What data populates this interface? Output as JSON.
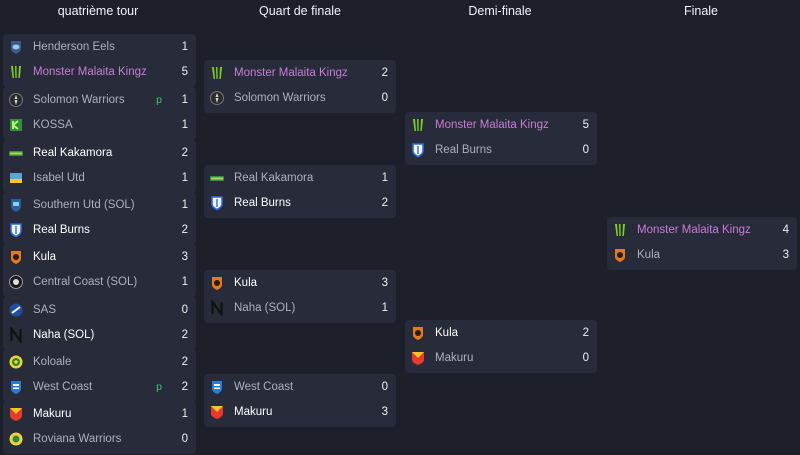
{
  "rounds": {
    "r16": "quatrième tour",
    "qf": "Quart de finale",
    "sf": "Demi-finale",
    "final": "Finale"
  },
  "penalty_marker": "p",
  "colors": {
    "background": "#1d1f2b",
    "card": "#282b3a",
    "highlight_team": "#c77dd6",
    "penalty_marker": "#37c871"
  },
  "r16_matches": [
    {
      "home": {
        "name": "Henderson Eels",
        "score": "1",
        "crest": "henderson-eels-crest"
      },
      "away": {
        "name": "Monster Malaita Kingz",
        "score": "5",
        "crest": "monster-malaita-kingz-crest"
      }
    },
    {
      "home": {
        "name": "Solomon Warriors",
        "score": "1",
        "crest": "solomon-warriors-crest",
        "penalty": true
      },
      "away": {
        "name": "KOSSA",
        "score": "1",
        "crest": "kossa-crest"
      }
    },
    {
      "home": {
        "name": "Real Kakamora",
        "score": "2",
        "crest": "real-kakamora-crest"
      },
      "away": {
        "name": "Isabel Utd",
        "score": "1",
        "crest": "isabel-utd-crest"
      }
    },
    {
      "home": {
        "name": "Southern Utd (SOL)",
        "score": "1",
        "crest": "southern-utd-crest"
      },
      "away": {
        "name": "Real Burns",
        "score": "2",
        "crest": "real-burns-crest"
      }
    },
    {
      "home": {
        "name": "Kula",
        "score": "3",
        "crest": "kula-crest"
      },
      "away": {
        "name": "Central Coast (SOL)",
        "score": "1",
        "crest": "central-coast-crest"
      }
    },
    {
      "home": {
        "name": "SAS",
        "score": "0",
        "crest": "sas-crest"
      },
      "away": {
        "name": "Naha (SOL)",
        "score": "2",
        "crest": "naha-crest"
      }
    },
    {
      "home": {
        "name": "Koloale",
        "score": "2",
        "crest": "koloale-crest"
      },
      "away": {
        "name": "West Coast",
        "score": "2",
        "crest": "west-coast-crest",
        "penalty": true
      }
    },
    {
      "home": {
        "name": "Makuru",
        "score": "1",
        "crest": "makuru-crest"
      },
      "away": {
        "name": "Roviana Warriors",
        "score": "0",
        "crest": "roviana-warriors-crest"
      }
    }
  ],
  "qf_matches": [
    {
      "home": {
        "name": "Monster Malaita Kingz",
        "score": "2",
        "crest": "monster-malaita-kingz-crest"
      },
      "away": {
        "name": "Solomon Warriors",
        "score": "0",
        "crest": "solomon-warriors-crest"
      }
    },
    {
      "home": {
        "name": "Real Kakamora",
        "score": "1",
        "crest": "real-kakamora-crest"
      },
      "away": {
        "name": "Real Burns",
        "score": "2",
        "crest": "real-burns-crest"
      }
    },
    {
      "home": {
        "name": "Kula",
        "score": "3",
        "crest": "kula-crest"
      },
      "away": {
        "name": "Naha (SOL)",
        "score": "1",
        "crest": "naha-crest"
      }
    },
    {
      "home": {
        "name": "West Coast",
        "score": "0",
        "crest": "west-coast-crest"
      },
      "away": {
        "name": "Makuru",
        "score": "3",
        "crest": "makuru-crest"
      }
    }
  ],
  "sf_matches": [
    {
      "home": {
        "name": "Monster Malaita Kingz",
        "score": "5",
        "crest": "monster-malaita-kingz-crest"
      },
      "away": {
        "name": "Real Burns",
        "score": "0",
        "crest": "real-burns-crest"
      }
    },
    {
      "home": {
        "name": "Kula",
        "score": "2",
        "crest": "kula-crest"
      },
      "away": {
        "name": "Makuru",
        "score": "0",
        "crest": "makuru-crest"
      }
    }
  ],
  "final_matches": [
    {
      "home": {
        "name": "Monster Malaita Kingz",
        "score": "4",
        "crest": "monster-malaita-kingz-crest"
      },
      "away": {
        "name": "Kula",
        "score": "3",
        "crest": "kula-crest"
      }
    }
  ]
}
